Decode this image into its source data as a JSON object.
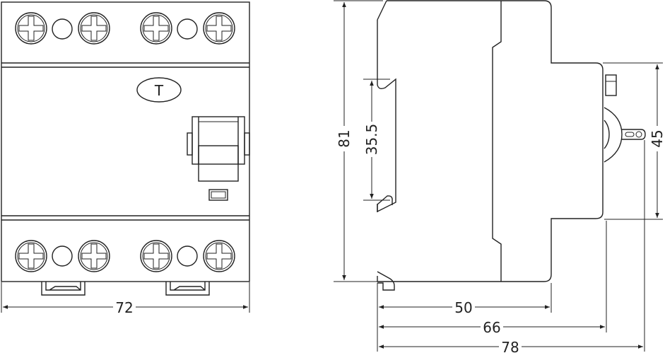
{
  "front_view": {
    "width_label": "72",
    "test_button_label": "T"
  },
  "side_view": {
    "height_label": "81",
    "rail_label": "35.5",
    "front_height_label": "45",
    "depth_body_label": "50",
    "depth_front_label": "66",
    "depth_total_label": "78"
  },
  "colors": {
    "line": "#222222",
    "background": "#ffffff"
  }
}
